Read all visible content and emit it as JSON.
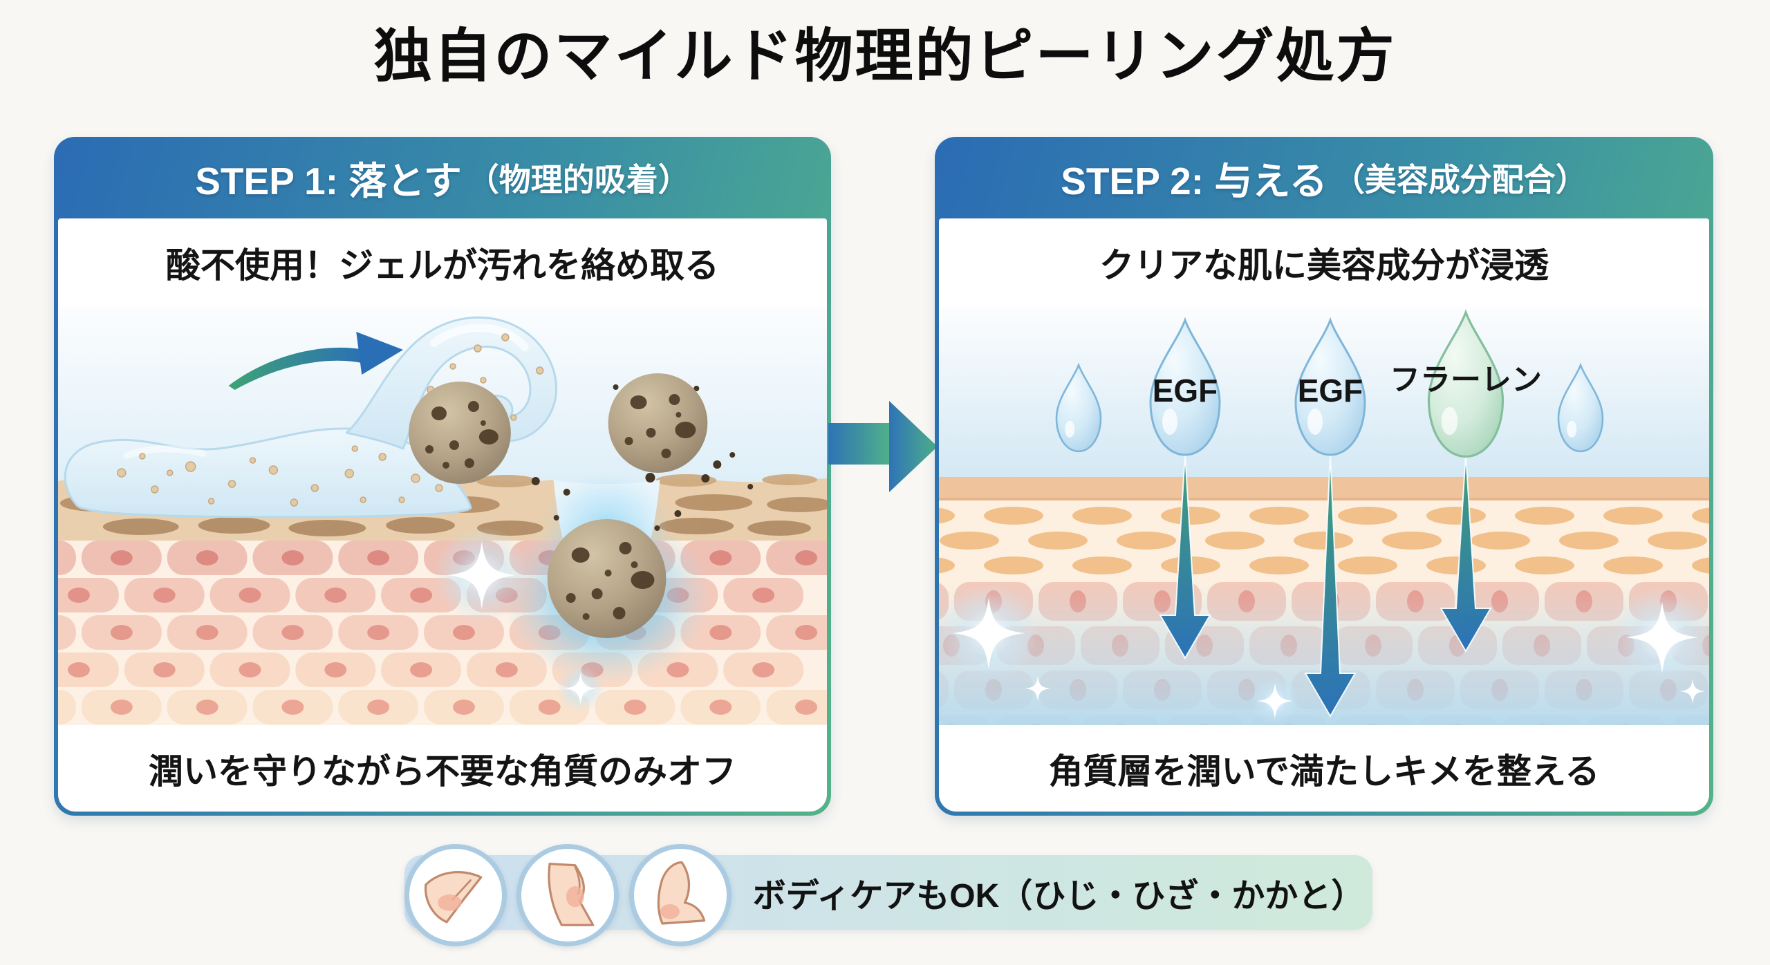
{
  "title": "独自のマイルド物理的ピーリング処方",
  "step1": {
    "header_main": "STEP 1: 落とす",
    "header_sub": "（物理的吸着）",
    "caption_top": "酸不使用！ジェルが汚れを絡め取る",
    "caption_bottom": "潤いを守りながら不要な角質のみオフ"
  },
  "step2": {
    "header_main": "STEP 2: 与える",
    "header_sub": "（美容成分配合）",
    "caption_top": "クリアな肌に美容成分が浸透",
    "caption_bottom": "角質層を潤いで満たしキメを整える",
    "droplet_labels": {
      "egf1": "EGF",
      "egf2": "EGF",
      "fullerene": "フラーレン"
    }
  },
  "footer": {
    "label": "ボディケアもOK（ひじ・ひざ・かかと）",
    "icons": [
      "elbow-icon",
      "knee-icon",
      "heel-icon"
    ]
  },
  "colors": {
    "accent_gradient_start": "#2b6cb4",
    "accent_gradient_end": "#54b389",
    "flow_arrow_blue": "#2e73b6",
    "flow_arrow_green": "#4fb089",
    "footer_gradient_start": "#cddff1",
    "footer_gradient_end": "#cfeadb",
    "droplet_blue": "#a6cfe9",
    "droplet_green": "#a3d2b6",
    "page_background": "#f8f7f4",
    "text": "#111111"
  }
}
